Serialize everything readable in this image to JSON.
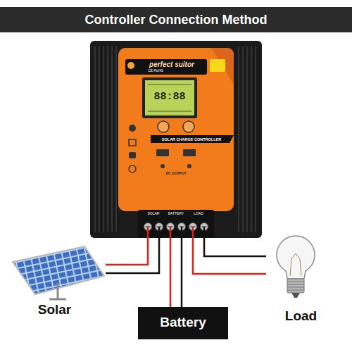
{
  "diagram": {
    "title": "Controller Connection Method",
    "nodes": [
      {
        "text": [
          "perfect suitor"
        ]
      },
      {
        "text": [
          "Solar"
        ]
      },
      {
        "text": [
          "Battery"
        ]
      },
      {
        "text": [
          "Load"
        ]
      }
    ],
    "edges": [
      {
        "from": 0,
        "to": 1,
        "arrow": "none"
      },
      {
        "from": 0,
        "to": 2,
        "arrow": "none"
      },
      {
        "from": 0,
        "to": 3,
        "arrow": "none"
      }
    ],
    "labels": [
      "CE RoHS",
      "88:88",
      "SOLAR CHARGE CONTROLLER",
      "DC OUTPUT",
      "SOLAR",
      "BATTERY",
      "LOAD"
    ]
  }
}
